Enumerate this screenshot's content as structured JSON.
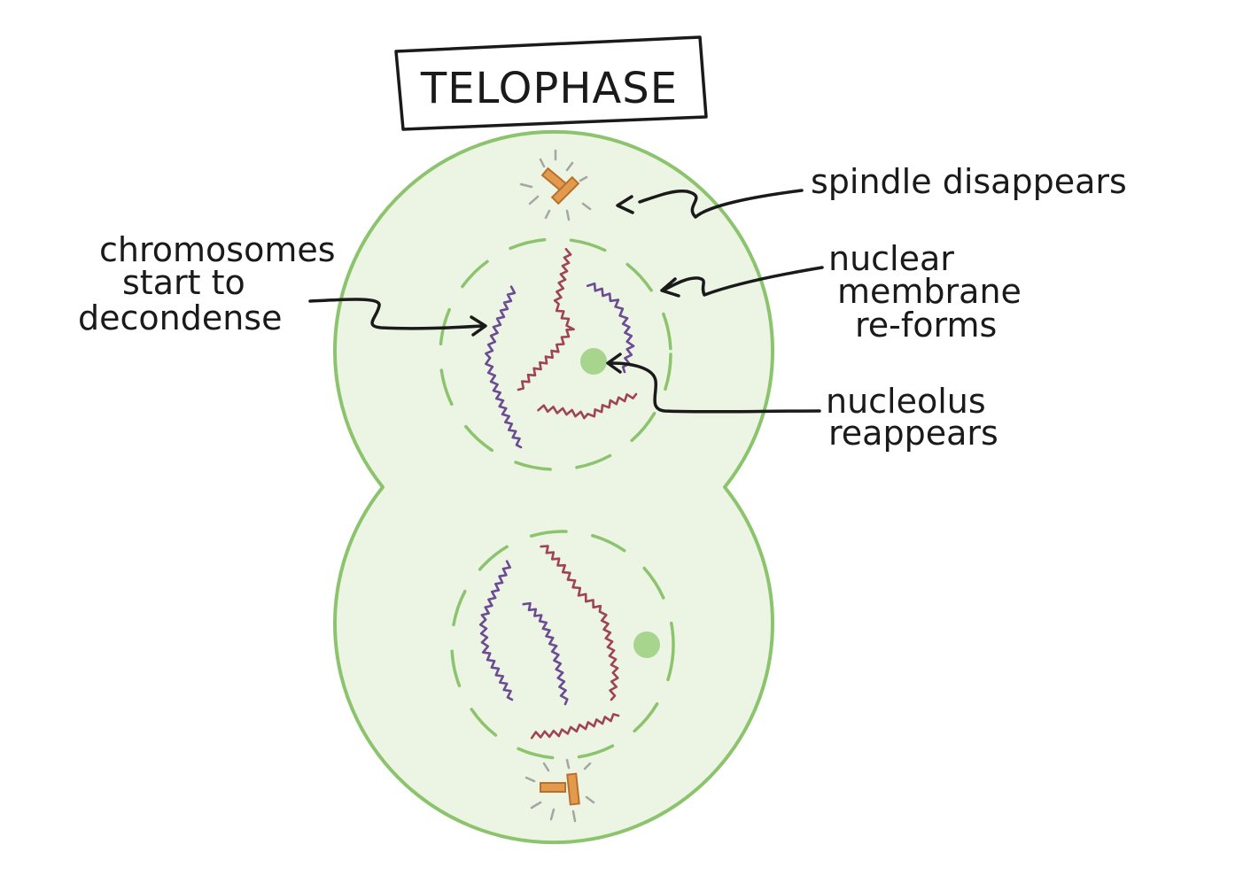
{
  "title": "TELOPHASE",
  "labels": {
    "spindle": "spindle disappears",
    "chromosomes": [
      "chromosomes",
      "start to",
      "decondense"
    ],
    "membrane": [
      "nuclear",
      "membrane",
      "re-forms"
    ],
    "nucleolus": [
      "nucleolus",
      "reappears"
    ]
  },
  "colors": {
    "cell_fill": "#ecf4e3",
    "cell_outline": "#8cc46e",
    "nucleolus": "#a8d58e",
    "chromosome_purple": "#6b4b93",
    "chromosome_red": "#9e4454",
    "centriole": "#e29a4e",
    "centriole_outline": "#b8702c",
    "spindle_remnant": "#a5a5a5",
    "ink": "#1a1a1a"
  },
  "icons": [
    "centriole-pair-icon",
    "arrow-icon"
  ]
}
